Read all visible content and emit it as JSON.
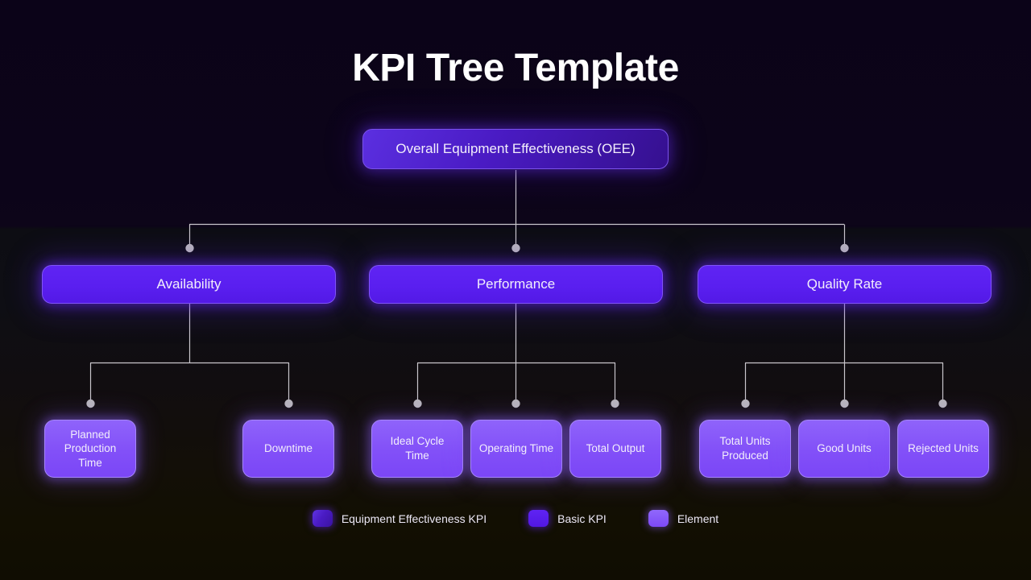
{
  "page": {
    "title": "KPI Tree Template"
  },
  "colors": {
    "background_top": "#0b0318",
    "background_mid": "#0e0e14",
    "background_bottom": "#120f02",
    "root_node": "#4a1bc4",
    "kpi_node": "#5a1ff0",
    "element_node": "#8250f8",
    "connector": "#c9c6cc",
    "title_text": "#ffffff"
  },
  "tree": {
    "root": {
      "label": "Overall Equipment Effectiveness (OEE)",
      "type": "Equipment Effectiveness KPI"
    },
    "branches": [
      {
        "label": "Availability",
        "type": "Basic KPI",
        "children": [
          {
            "label": "Planned Production Time",
            "type": "Element"
          },
          {
            "label": "Downtime",
            "type": "Element"
          }
        ]
      },
      {
        "label": "Performance",
        "type": "Basic KPI",
        "children": [
          {
            "label": "Ideal Cycle Time",
            "type": "Element"
          },
          {
            "label": "Operating Time",
            "type": "Element"
          },
          {
            "label": "Total Output",
            "type": "Element"
          }
        ]
      },
      {
        "label": "Quality Rate",
        "type": "Basic KPI",
        "children": [
          {
            "label": "Total Units Produced",
            "type": "Element"
          },
          {
            "label": "Good Units",
            "type": "Element"
          },
          {
            "label": "Rejected Units",
            "type": "Element"
          }
        ]
      }
    ]
  },
  "legend": {
    "items": [
      {
        "label": "Equipment Effectiveness KPI",
        "swatch": "root"
      },
      {
        "label": "Basic KPI",
        "swatch": "kpi"
      },
      {
        "label": "Element",
        "swatch": "element"
      }
    ]
  }
}
